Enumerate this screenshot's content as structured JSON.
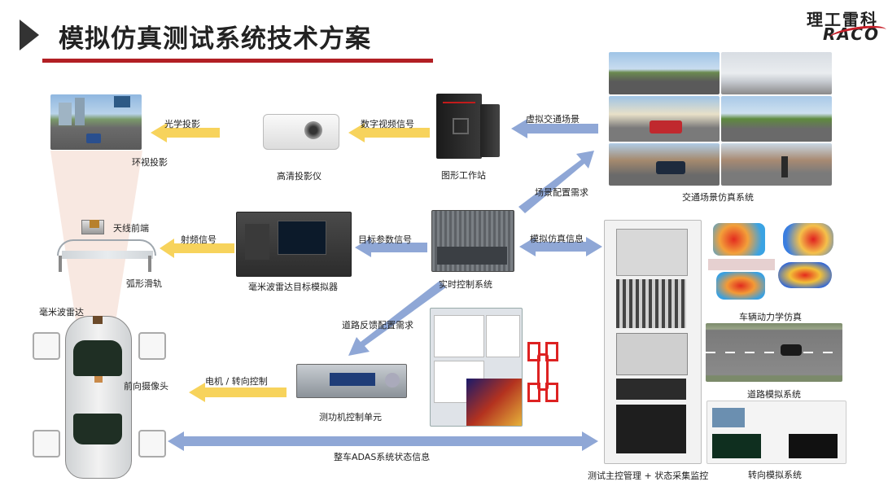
{
  "title": "模拟仿真测试系统技术方案",
  "logo": {
    "cn": "理工雷科",
    "en": "RACO"
  },
  "colors": {
    "yellow_arrow": "#f7d35c",
    "blue_arrow": "#8fa7d6",
    "title_underline": "#b21f24"
  },
  "labels": {
    "surround_projection": "环视投影",
    "optical_projection": "光学投影",
    "hd_projector": "高清投影仪",
    "digital_video_signal": "数字视频信号",
    "graphics_workstation": "图形工作站",
    "virtual_traffic_scene": "虚拟交通场景",
    "traffic_scene_sim": "交通场景仿真系统",
    "scene_config_demand": "场景配置需求",
    "antenna_frontend": "天线前端",
    "rf_signal": "射频信号",
    "arc_rail": "弧形滑轨",
    "mmw_radar_target_sim": "毫米波雷达目标模拟器",
    "target_param_signal": "目标参数信号",
    "realtime_control": "实时控制系统",
    "sim_info": "模拟仿真信息",
    "vehicle_dynamics": "车辆动力学仿真",
    "mmw_radar": "毫米波雷达",
    "road_feedback_demand": "道路反馈配置需求",
    "front_camera": "前向摄像头",
    "motor_steering_control": "电机 / 转向控制",
    "dyno_control_unit": "测功机控制单元",
    "road_sim": "道路模拟系统",
    "adas_status": "整车ADAS系统状态信息",
    "main_control": "测试主控管理 + 状态采集监控",
    "steering_sim": "转向模拟系统"
  }
}
